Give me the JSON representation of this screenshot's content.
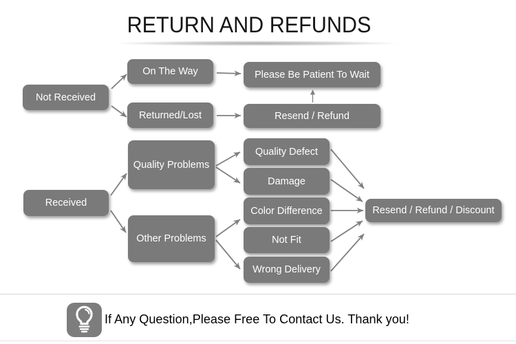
{
  "title": "RETURN AND REFUNDS",
  "colors": {
    "node_fill": "#7a7a7a",
    "node_text": "#ffffff",
    "arrow": "#7f7f7f",
    "badge_fill": "#7d7d7d",
    "bulb_stroke": "#ffffff"
  },
  "diagram": {
    "nodes": [
      {
        "id": "not-received",
        "label": "Not Received"
      },
      {
        "id": "on-the-way",
        "label": "On The Way"
      },
      {
        "id": "returned-lost",
        "label": "Returned/Lost"
      },
      {
        "id": "please-wait",
        "label": "Please Be Patient To Wait"
      },
      {
        "id": "resend-refund",
        "label": "Resend / Refund"
      },
      {
        "id": "received",
        "label": "Received"
      },
      {
        "id": "quality-problems",
        "label": "Quality Problems"
      },
      {
        "id": "other-problems",
        "label": "Other Problems"
      },
      {
        "id": "quality-defect",
        "label": "Quality Defect"
      },
      {
        "id": "damage",
        "label": "Damage"
      },
      {
        "id": "color-difference",
        "label": "Color Difference"
      },
      {
        "id": "not-fit",
        "label": "Not Fit"
      },
      {
        "id": "wrong-delivery",
        "label": "Wrong Delivery"
      },
      {
        "id": "resend-refund-discount",
        "label": "Resend / Refund / Discount"
      }
    ],
    "edges": [
      {
        "from": "not-received",
        "to": "on-the-way",
        "style": "stealth"
      },
      {
        "from": "not-received",
        "to": "returned-lost",
        "style": "stealth"
      },
      {
        "from": "on-the-way",
        "to": "please-wait",
        "style": "stealth"
      },
      {
        "from": "returned-lost",
        "to": "resend-refund",
        "style": "stealth"
      },
      {
        "from": "resend-refund",
        "to": "please-wait",
        "style": "thin"
      },
      {
        "from": "received",
        "to": "quality-problems",
        "style": "stealth"
      },
      {
        "from": "received",
        "to": "other-problems",
        "style": "stealth"
      },
      {
        "from": "quality-problems",
        "to": "quality-defect",
        "style": "stealth"
      },
      {
        "from": "quality-problems",
        "to": "damage",
        "style": "stealth"
      },
      {
        "from": "other-problems",
        "to": "color-difference",
        "style": "stealth"
      },
      {
        "from": "other-problems",
        "to": "wrong-delivery",
        "style": "stealth"
      },
      {
        "from": "quality-defect",
        "to": "resend-refund-discount",
        "style": "stealth"
      },
      {
        "from": "damage",
        "to": "resend-refund-discount",
        "style": "stealth"
      },
      {
        "from": "color-difference",
        "to": "resend-refund-discount",
        "style": "stealth"
      },
      {
        "from": "not-fit",
        "to": "resend-refund-discount",
        "style": "stealth"
      },
      {
        "from": "wrong-delivery",
        "to": "resend-refund-discount",
        "style": "stealth"
      }
    ]
  },
  "footer": {
    "icon": "light-bulb-icon",
    "message": "If Any Question,Please Free To Contact Us. Thank you!"
  }
}
